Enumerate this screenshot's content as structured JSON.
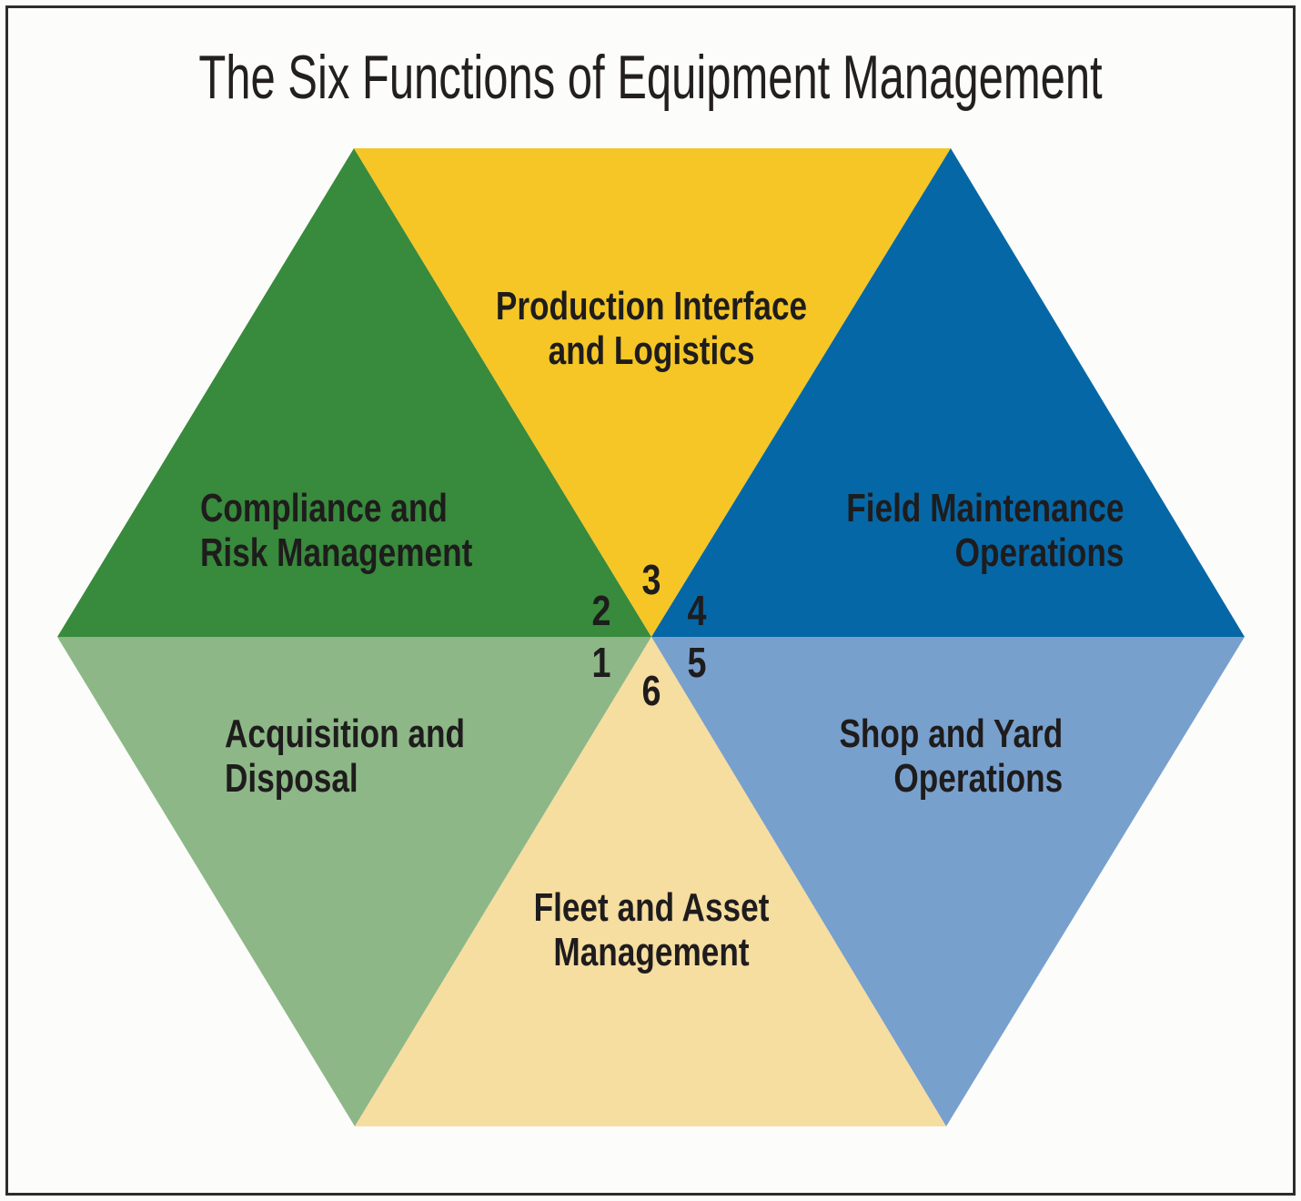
{
  "title": "The Six Functions of Equipment Management",
  "colors": {
    "background": "#FCFCFA",
    "border": "#2E2D2C",
    "text": "#1E1C1C"
  },
  "segments": [
    {
      "number": "1",
      "label": "Acquisition and Disposal",
      "lines": [
        "Acquisition and",
        "Disposal"
      ],
      "color": "#8DB787",
      "position": "lower-left"
    },
    {
      "number": "2",
      "label": "Compliance and Risk Management",
      "lines": [
        "Compliance and",
        "Risk Management"
      ],
      "color": "#388A3C",
      "position": "upper-left"
    },
    {
      "number": "3",
      "label": "Production Interface and Logistics",
      "lines": [
        "Production Interface",
        "and Logistics"
      ],
      "color": "#F5C626",
      "position": "top"
    },
    {
      "number": "4",
      "label": "Field Maintenance Operations",
      "lines": [
        "Field Maintenance",
        "Operations"
      ],
      "color": "#0667A6",
      "position": "upper-right"
    },
    {
      "number": "5",
      "label": "Shop and Yard Operations",
      "lines": [
        "Shop and Yard",
        "Operations"
      ],
      "color": "#78A0CD",
      "position": "lower-right"
    },
    {
      "number": "6",
      "label": "Fleet and Asset Management",
      "lines": [
        "Fleet and Asset",
        "Management"
      ],
      "color": "#F6DDA0",
      "position": "bottom"
    }
  ]
}
